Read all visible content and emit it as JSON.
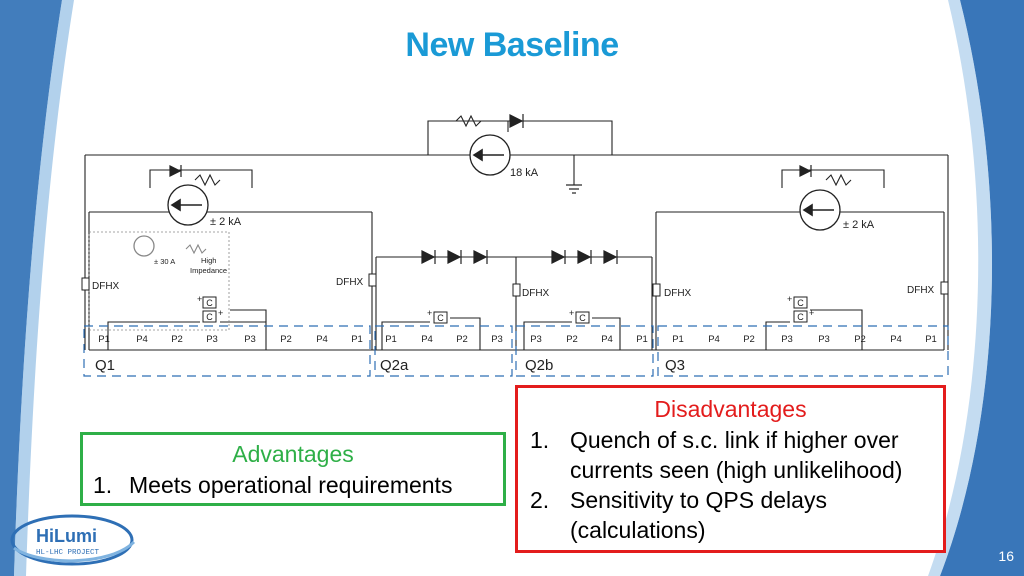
{
  "title": "New Baseline",
  "circuit": {
    "main_source": "18 kA",
    "left_source": "± 2 kA",
    "right_source": "± 2 kA",
    "aux_source": "± 30 A",
    "aux_note_1": "High",
    "aux_note_2": "Impedance",
    "dfhx_label": "DFHX",
    "cap_label": "C",
    "plus": "+",
    "sections": [
      {
        "name": "Q1",
        "ports": [
          "P1",
          "P4",
          "P2",
          "P3",
          "P3",
          "P2",
          "P4",
          "P1"
        ]
      },
      {
        "name": "Q2a",
        "ports": [
          "P1",
          "P4",
          "P2",
          "P3"
        ]
      },
      {
        "name": "Q2b",
        "ports": [
          "P3",
          "P2",
          "P4",
          "P1"
        ]
      },
      {
        "name": "Q3",
        "ports": [
          "P1",
          "P4",
          "P2",
          "P3",
          "P3",
          "P2",
          "P4",
          "P1"
        ]
      }
    ]
  },
  "advantages": {
    "heading": "Advantages",
    "items": [
      {
        "num": "1.",
        "text": "Meets operational requirements"
      }
    ]
  },
  "disadvantages": {
    "heading": "Disadvantages",
    "items": [
      {
        "num": "1.",
        "text": "Quench of s.c. link if higher over currents seen (high unlikelihood)"
      },
      {
        "num": "2.",
        "text": "Sensitivity to QPS delays (calculations)"
      }
    ]
  },
  "logo": {
    "line1": "HiLumi",
    "line2": "HL-LHC PROJECT"
  },
  "page_number": "16",
  "colors": {
    "title": "#1a9ad6",
    "advantages": "#2eaf47",
    "disadvantages": "#e31c1c",
    "accent": "#2e6fb5"
  }
}
